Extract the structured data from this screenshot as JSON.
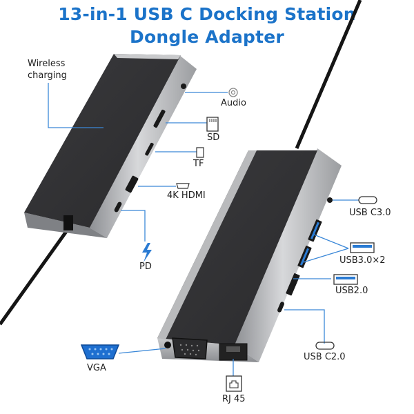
{
  "title": {
    "line1": "13-in-1 USB C Docking Station",
    "line2": "Dongle Adapter"
  },
  "labels": {
    "wireless": "Wireless\ncharging",
    "audio": "Audio",
    "sd": "SD",
    "tf": "TF",
    "hdmi": "4K HDMI",
    "pd": "PD",
    "usb_c3": "USB C3.0",
    "usb3": "USB3.0×2",
    "usb2": "USB2.0",
    "usb_c2": "USB C2.0",
    "vga": "VGA",
    "rj45": "RJ 45"
  },
  "colors": {
    "title": "#1b73c9",
    "accent": "#2a7bd3",
    "line": "#3b88d8",
    "body_dark": "#2f2f31",
    "body_silver": "#a9abae"
  }
}
